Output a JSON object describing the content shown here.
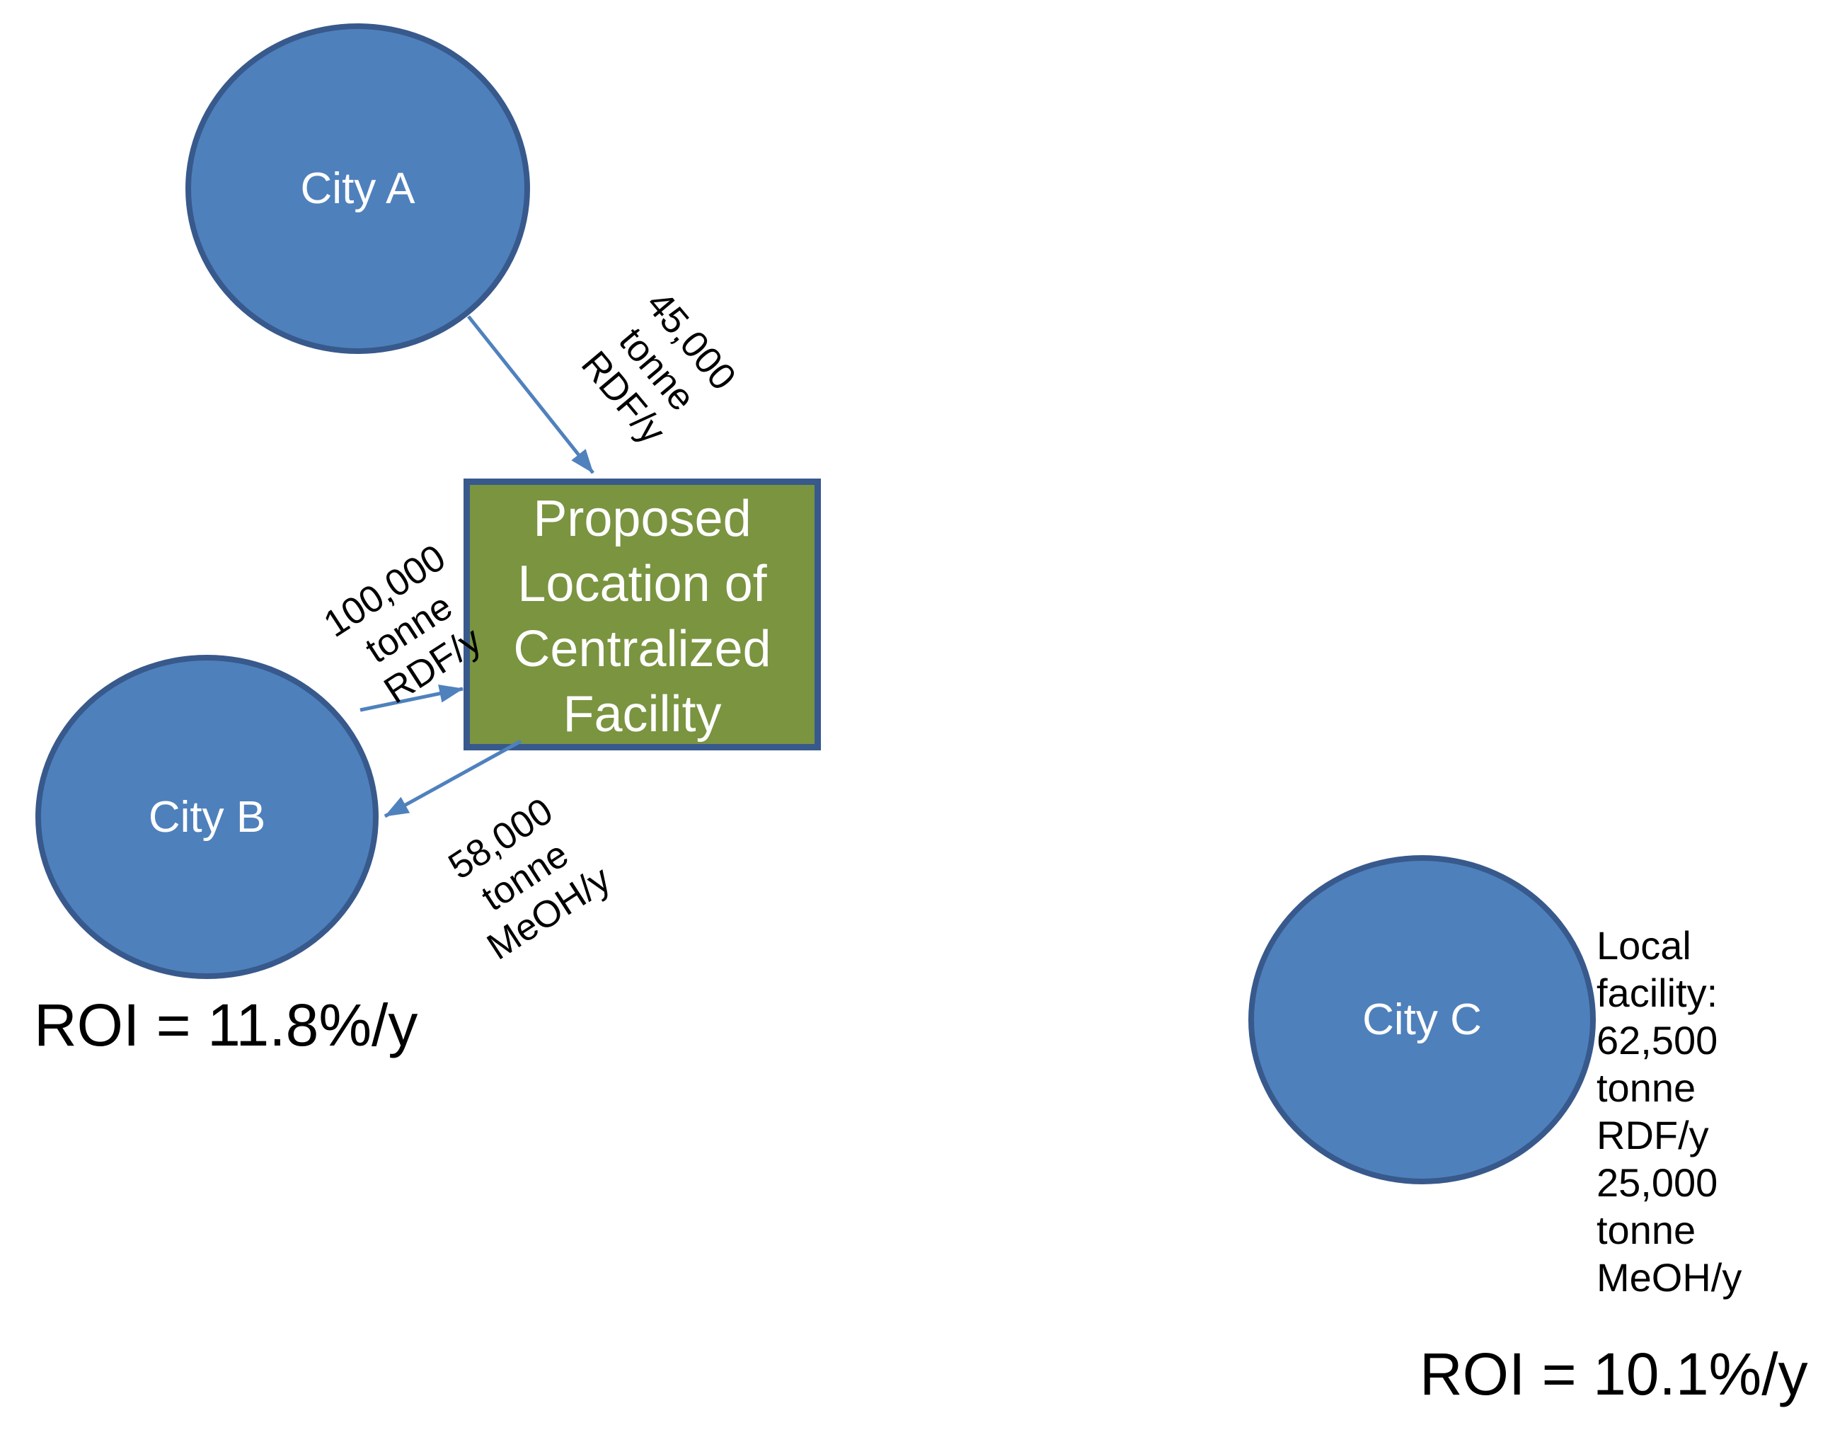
{
  "title": "Centralized facility siting diagram",
  "colors": {
    "bg": "#ffffff",
    "circle_fill": "#4e80bc",
    "circle_border": "#38598c",
    "box_fill": "#7a9440",
    "box_border": "#38598c",
    "arrow": "#4f81bd",
    "text_dark": "#000000",
    "text_light": "#ffffff"
  },
  "nodes": {
    "city_a": {
      "label": "City A"
    },
    "city_b": {
      "label": "City B"
    },
    "city_c": {
      "label": "City C"
    },
    "facility": {
      "label": "Proposed Location of Centralized Facility",
      "lines": [
        "Proposed",
        "Location of",
        "Centralized",
        "Facility"
      ]
    }
  },
  "flows": [
    {
      "from": "City A",
      "to": "Proposed Location of Centralized Facility",
      "label": "45,000 tonne RDF/y",
      "lines": [
        "45,000",
        "tonne",
        "RDF/y"
      ]
    },
    {
      "from": "City B",
      "to": "Proposed Location of Centralized Facility",
      "label": "100,000 tonne RDF/y",
      "lines": [
        "100,000",
        "tonne",
        "RDF/y"
      ]
    },
    {
      "from": "Proposed Location of Centralized Facility",
      "to": "City B",
      "label": "58,000 tonne MeOH/y",
      "lines": [
        "58,000",
        "tonne",
        "MeOH/y"
      ]
    }
  ],
  "annotations": {
    "roi_city_b": "ROI = 11.8%/y",
    "roi_city_c": "ROI = 10.1%/y",
    "city_c_local_facility": {
      "label": "Local facility: 62,500 tonne RDF/y 25,000 tonne MeOH/y",
      "lines": [
        "Local",
        "facility:",
        "62,500",
        "tonne",
        "RDF/y",
        "25,000",
        "tonne",
        "MeOH/y"
      ]
    }
  }
}
